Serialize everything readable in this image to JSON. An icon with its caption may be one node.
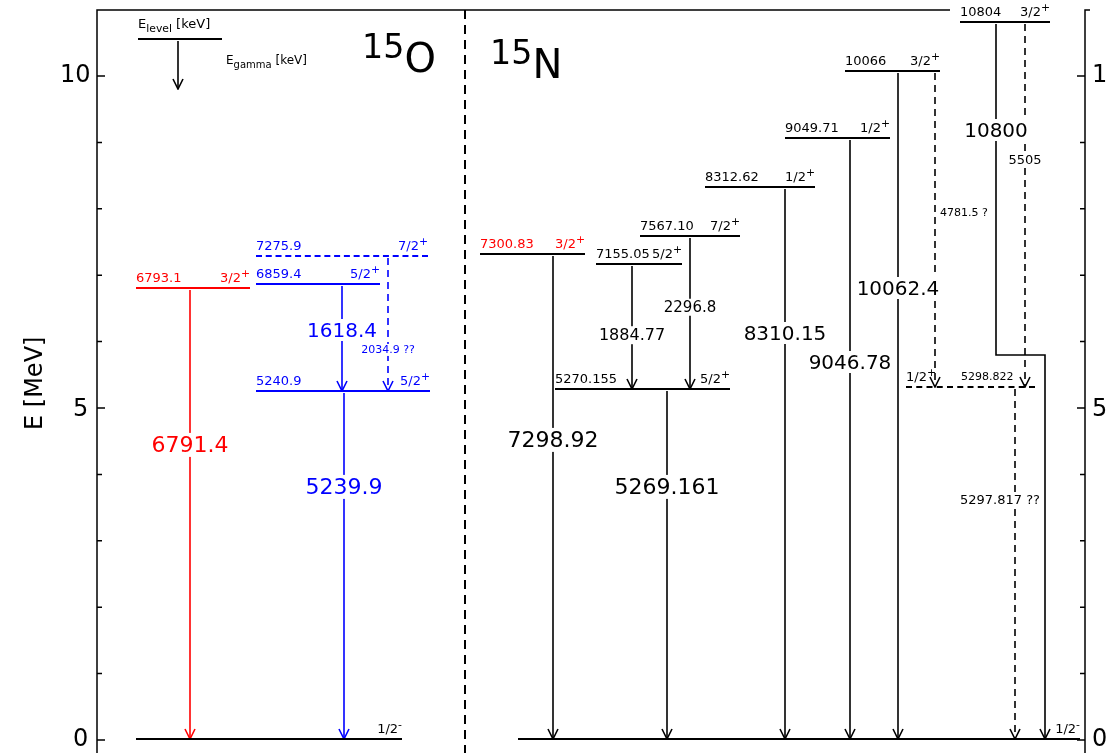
{
  "diagram": {
    "nodes": [
      {
        "text": [
          "E$_{level}$ [keV]"
        ]
      },
      {
        "text": [
          "6793.1",
          "3/2$^{+}$"
        ]
      },
      {
        "text": [
          "7275.9",
          "7/2$^{+}$"
        ]
      },
      {
        "text": [
          "6859.4",
          "5/2$^{+}$"
        ]
      },
      {
        "text": [
          "5240.9",
          "5/2$^{+}$"
        ]
      },
      {
        "text": [
          "1/2$^{-}$"
        ]
      },
      {
        "text": [
          "7300.83",
          "3/2$^{+}$"
        ]
      },
      {
        "text": [
          "7155.05",
          "5/2$^{+}$"
        ]
      },
      {
        "text": [
          "7567.10",
          "7/2$^{+}$"
        ]
      },
      {
        "text": [
          "8312.62",
          "1/2$^{+}$"
        ]
      },
      {
        "text": [
          "9049.71",
          "1/2$^{+}$"
        ]
      },
      {
        "text": [
          "10066",
          "3/2$^{+}$"
        ]
      },
      {
        "text": [
          "10804",
          "3/2$^{+}$"
        ]
      },
      {
        "text": [
          "5270.155",
          "5/2$^{+}$"
        ]
      },
      {
        "text": [
          "1/2$^{+}$",
          "5298.822"
        ]
      },
      {
        "text": [
          "1/2$^{-}$"
        ]
      }
    ],
    "edges": [
      {
        "from": 0,
        "to": null,
        "arrow": "to",
        "label": "E$_{gamma}$ [keV]"
      },
      {
        "from": 1,
        "to": 5,
        "arrow": "to",
        "label": "6791.4",
        "color": "#ff0000"
      },
      {
        "from": 3,
        "to": 4,
        "arrow": "to",
        "label": "1618.4",
        "color": "#0000ff"
      },
      {
        "from": 2,
        "to": 4,
        "arrow": "to",
        "label": "2034.9 ??",
        "color": "#0000ff",
        "style": "dashed"
      },
      {
        "from": 4,
        "to": 5,
        "arrow": "to",
        "label": "5239.9",
        "color": "#0000ff"
      },
      {
        "from": 6,
        "to": 15,
        "arrow": "to",
        "label": "7298.92"
      },
      {
        "from": 7,
        "to": 13,
        "arrow": "to",
        "label": "1884.77"
      },
      {
        "from": 8,
        "to": 13,
        "arrow": "to",
        "label": "2296.8"
      },
      {
        "from": 13,
        "to": 15,
        "arrow": "to",
        "label": "5269.161"
      },
      {
        "from": 9,
        "to": 15,
        "arrow": "to",
        "label": "8310.15"
      },
      {
        "from": 10,
        "to": 15,
        "arrow": "to",
        "label": "9046.78"
      },
      {
        "from": 11,
        "to": 15,
        "arrow": "to",
        "label": "10062.4"
      },
      {
        "from": 11,
        "to": 14,
        "arrow": "to",
        "label": "4781.5  ?",
        "style": "dashed"
      },
      {
        "from": 12,
        "to": 15,
        "arrow": "to",
        "label": "10800"
      },
      {
        "from": 12,
        "to": 14,
        "arrow": "to",
        "label": "5505",
        "style": "dashed"
      },
      {
        "from": 14,
        "to": 15,
        "arrow": "to",
        "label": "5297.817 ??",
        "style": "dashed"
      }
    ],
    "labels": [
      "$^{15}$O",
      "$^{15}$N",
      "E [MeV]",
      "10",
      "5",
      "0",
      "1",
      "5",
      "0"
    ]
  }
}
